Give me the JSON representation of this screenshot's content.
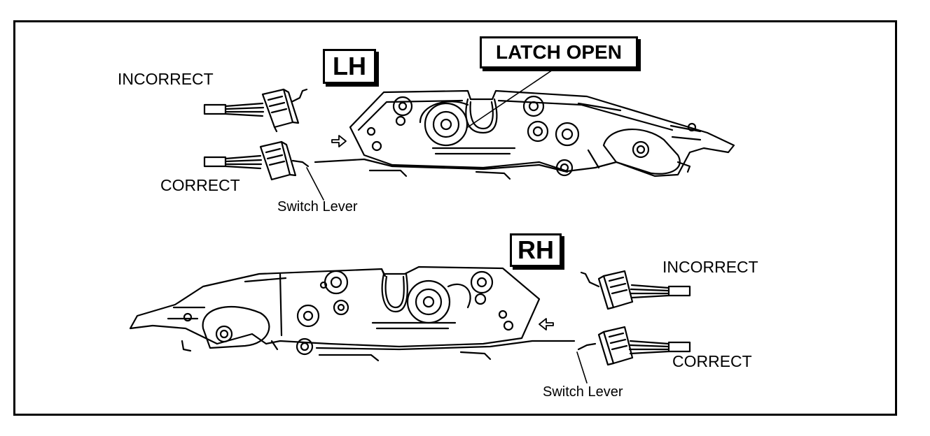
{
  "lh": {
    "title": "LH",
    "latch_label": "LATCH OPEN",
    "incorrect_label": "INCORRECT",
    "correct_label": "CORRECT",
    "switch_lever_label": "Switch Lever"
  },
  "rh": {
    "title": "RH",
    "incorrect_label": "INCORRECT",
    "correct_label": "CORRECT",
    "switch_lever_label": "Switch Lever"
  },
  "colors": {
    "ink": "#000000",
    "paper": "#ffffff"
  }
}
